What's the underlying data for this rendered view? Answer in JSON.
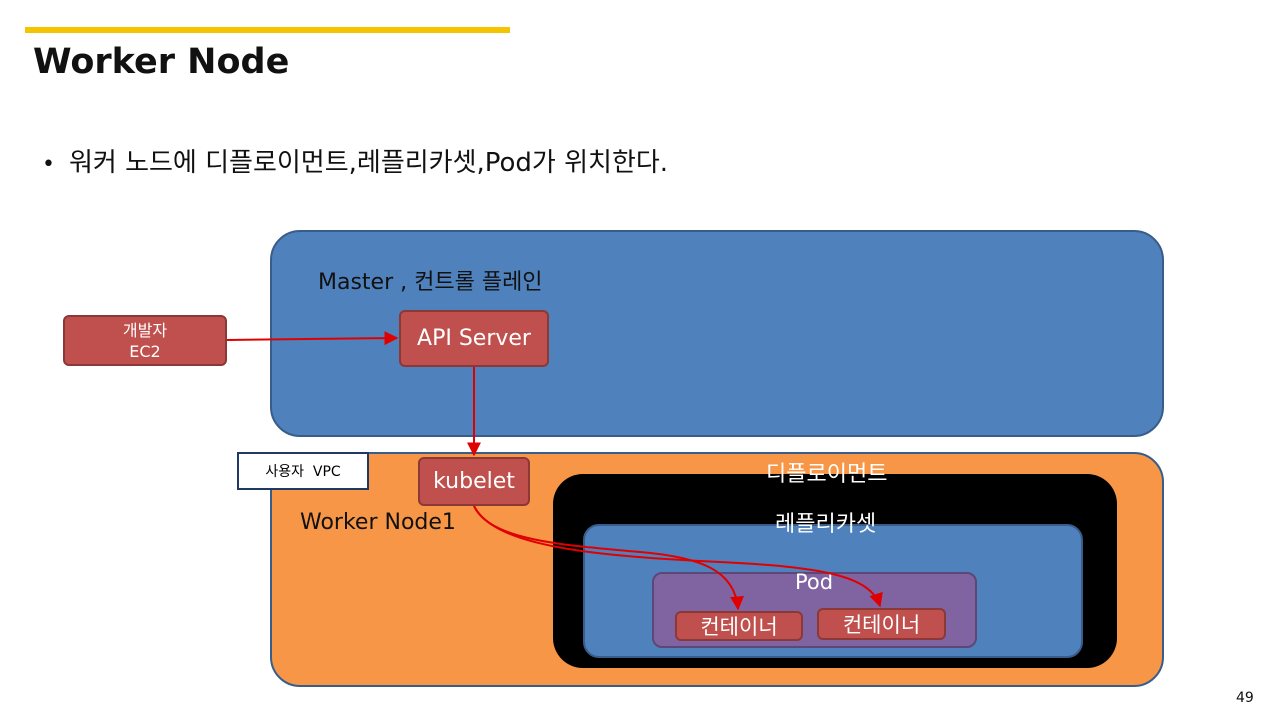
{
  "slide": {
    "title": "Worker Node",
    "bullet": "워커 노드에 디플로이먼트,레플리카셋,Pod가 위치한다.",
    "page_number": "49"
  },
  "diagram": {
    "master_label": "Master , 컨트롤 플레인",
    "worker_label": "Worker Node1",
    "deployment_label": "디플로이먼트",
    "replicaset_label": "레플리카셋",
    "pod_label": "Pod",
    "developer_line1": "개발자",
    "developer_line2": "EC2",
    "api_server": "API Server",
    "kubelet": "kubelet",
    "container_1": "컨테이너",
    "container_2": "컨테이너",
    "vpc_label": "사용자  VPC"
  },
  "colors": {
    "accent": "#f5c400",
    "master_fill": "#4f81bd",
    "worker_fill": "#f79646",
    "deployment_fill": "#000000",
    "pod_fill": "#8064a2",
    "component_fill": "#c0504d",
    "arrow": "#e00000"
  }
}
